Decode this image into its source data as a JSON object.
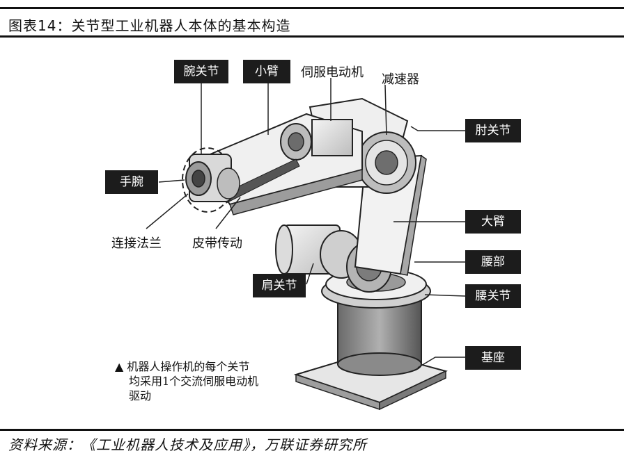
{
  "title": "图表14：关节型工业机器人本体的基本构造",
  "source": "资料来源：《工业机器人技术及应用》，万联证券研究所",
  "labels": {
    "wrist_joint": "腕关节",
    "forearm": "小臂",
    "servo_motor": "伺服电动机",
    "reducer": "减速器",
    "elbow_joint": "肘关节",
    "wrist": "手腕",
    "flange": "连接法兰",
    "belt_drive": "皮带传动",
    "upper_arm": "大臂",
    "waist": "腰部",
    "shoulder_joint": "肩关节",
    "waist_joint": "腰关节",
    "base": "基座"
  },
  "note": {
    "marker": "▲",
    "line1": "机器人操作机的每个关节",
    "line2": "均采用1个交流伺服电动机",
    "line3": "驱动"
  }
}
